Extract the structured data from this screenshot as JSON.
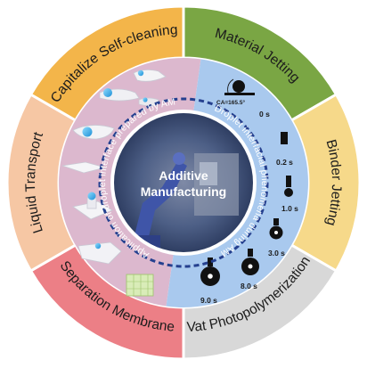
{
  "center": {
    "title_line1": "Additive",
    "title_line2": "Manufacturing"
  },
  "inner_ring": {
    "left_label": "Application of droplet interface prepared by AM",
    "right_label": "Droplet interfacial phenomena during AM"
  },
  "outer_segments": [
    {
      "label": "Material  Jetting",
      "color": "#7aa644"
    },
    {
      "label": "Binder Jetting",
      "color": "#f6d98a"
    },
    {
      "label": "Vat Photopolymerization",
      "color": "#d8d8d8"
    },
    {
      "label": "Separation Membrane",
      "color": "#ec7f86"
    },
    {
      "label": "Liquid Transport",
      "color": "#f6c7a4"
    },
    {
      "label": "Capitalize Self-cleaning",
      "color": "#f3b54a"
    }
  ],
  "droplet_panel": {
    "contact_angle": "CA=165.5°",
    "times": [
      "0 s",
      "0.2 s",
      "1.0 s",
      "3.0 s",
      "8.0 s",
      "9.0 s"
    ]
  },
  "colors": {
    "left_panel": "#dcb8ce",
    "right_panel": "#a9c9ee",
    "dashed_ring": "#25408f"
  },
  "icons": {
    "droplet": "water-droplet",
    "robot": "robot-arm-printer"
  }
}
